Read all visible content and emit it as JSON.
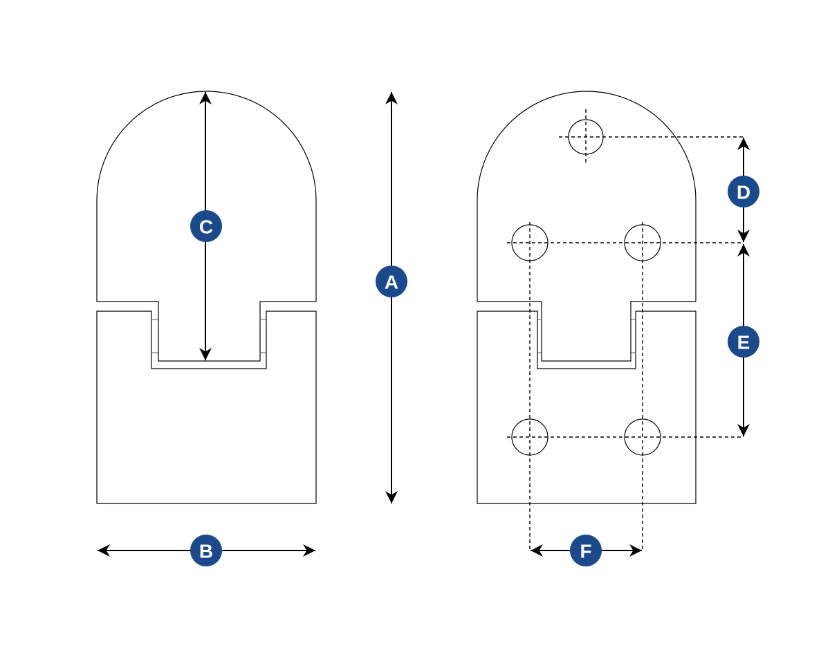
{
  "colors": {
    "badge": "#1b4a8c",
    "line": "#000000",
    "inner_line": "#555555"
  },
  "labels": {
    "A": "A",
    "B": "B",
    "C": "C",
    "D": "D",
    "E": "E",
    "F": "F"
  }
}
